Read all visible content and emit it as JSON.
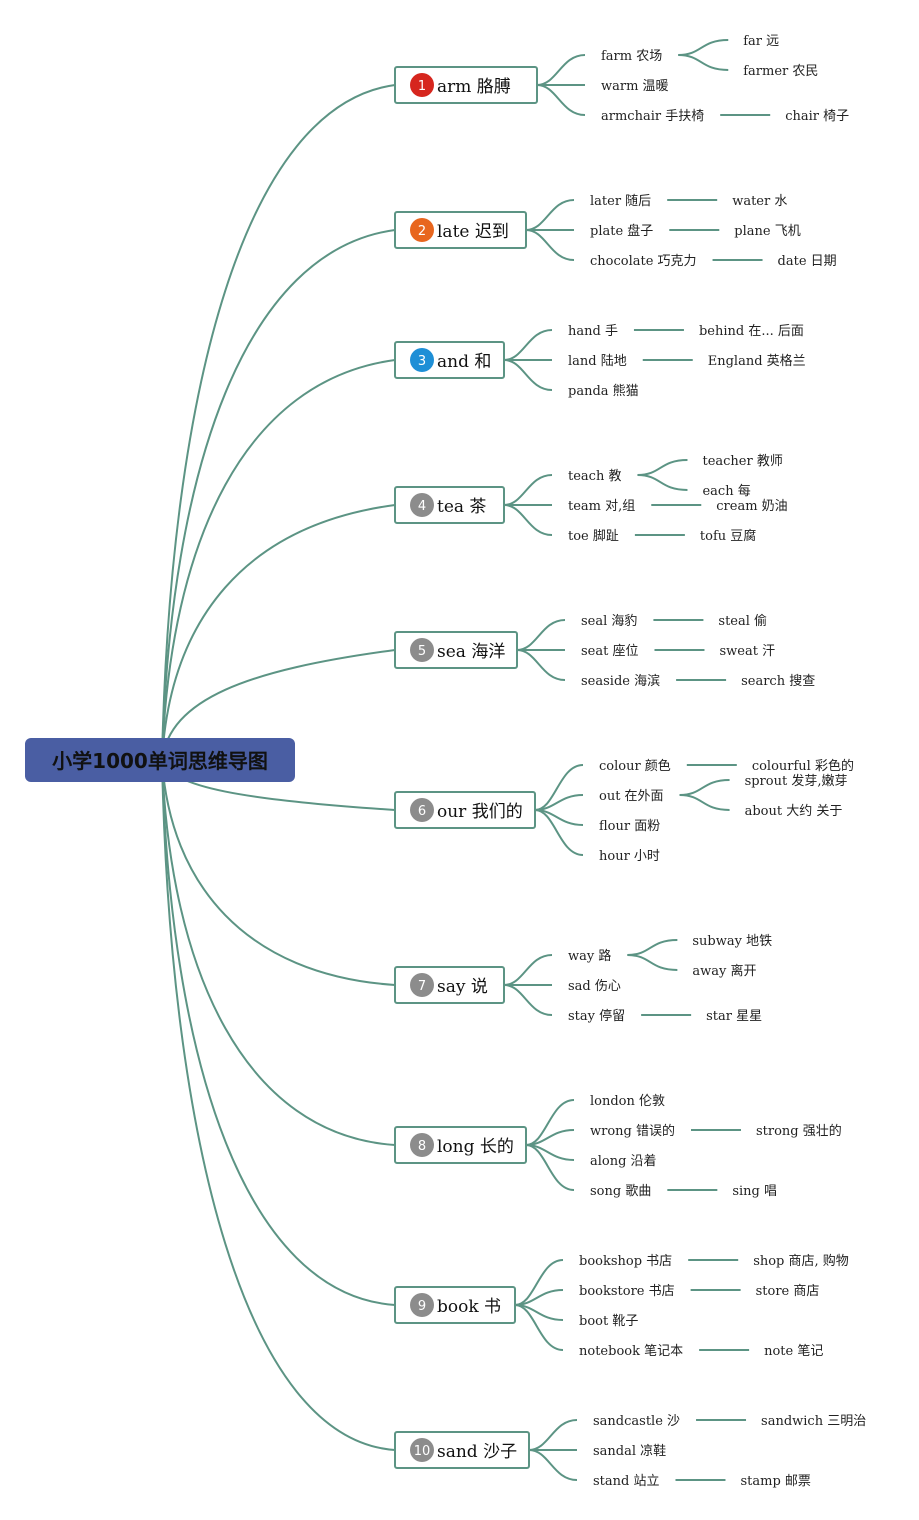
{
  "root": {
    "label": "小学1000单词思维导图",
    "color": "#4a5ea3"
  },
  "line_color": "#5c9484",
  "branches": [
    {
      "num": "1",
      "label": "arm   胳膊",
      "badge_color": "#d6261e",
      "children": [
        {
          "label": "farm  农场",
          "children": [
            {
              "label": "far  远"
            },
            {
              "label": "farmer 农民"
            }
          ]
        },
        {
          "label": "warm 温暖",
          "children": []
        },
        {
          "label": "armchair 手扶椅",
          "children": [
            {
              "label": "chair 椅子"
            }
          ]
        }
      ]
    },
    {
      "num": "2",
      "label": "late 迟到",
      "badge_color": "#e8661e",
      "children": [
        {
          "label": "later 随后",
          "children": [
            {
              "label": "water  水"
            }
          ]
        },
        {
          "label": "plate 盘子",
          "children": [
            {
              "label": "plane 飞机"
            }
          ]
        },
        {
          "label": "chocolate 巧克力",
          "children": [
            {
              "label": "date 日期"
            }
          ]
        }
      ]
    },
    {
      "num": "3",
      "label": "and 和",
      "badge_color": "#1e8fd6",
      "children": [
        {
          "label": "hand 手",
          "children": [
            {
              "label": "behind 在... 后面"
            }
          ]
        },
        {
          "label": "land 陆地",
          "children": [
            {
              "label": "England 英格兰"
            }
          ]
        },
        {
          "label": "panda 熊猫",
          "children": []
        }
      ]
    },
    {
      "num": "4",
      "label": "tea 茶",
      "badge_color": "#8c8c8c",
      "children": [
        {
          "label": "teach 教",
          "children": [
            {
              "label": "teacher 教师"
            },
            {
              "label": "each 每"
            }
          ]
        },
        {
          "label": "team 对,组",
          "children": [
            {
              "label": "cream 奶油"
            }
          ]
        },
        {
          "label": "toe 脚趾",
          "children": [
            {
              "label": "tofu  豆腐"
            }
          ]
        }
      ]
    },
    {
      "num": "5",
      "label": "sea 海洋",
      "badge_color": "#8c8c8c",
      "children": [
        {
          "label": "seal 海豹",
          "children": [
            {
              "label": "steal 偷"
            }
          ]
        },
        {
          "label": "seat 座位",
          "children": [
            {
              "label": "sweat 汗"
            }
          ]
        },
        {
          "label": "seaside 海滨",
          "children": [
            {
              "label": "search 搜查"
            }
          ]
        }
      ]
    },
    {
      "num": "6",
      "label": "our 我们的",
      "badge_color": "#8c8c8c",
      "children": [
        {
          "label": "colour 颜色",
          "children": [
            {
              "label": "colourful 彩色的"
            }
          ]
        },
        {
          "label": "out 在外面",
          "children": [
            {
              "label": "sprout 发芽,嫩芽"
            },
            {
              "label": "about 大约 关于"
            }
          ]
        },
        {
          "label": "flour 面粉",
          "children": []
        },
        {
          "label": "hour 小时",
          "children": []
        }
      ]
    },
    {
      "num": "7",
      "label": "say 说",
      "badge_color": "#8c8c8c",
      "children": [
        {
          "label": "way 路",
          "children": [
            {
              "label": "subway 地铁"
            },
            {
              "label": "away 离开"
            }
          ]
        },
        {
          "label": "sad 伤心",
          "children": []
        },
        {
          "label": "stay 停留",
          "children": [
            {
              "label": "star 星星"
            }
          ]
        }
      ]
    },
    {
      "num": "8",
      "label": "long 长的",
      "badge_color": "#8c8c8c",
      "children": [
        {
          "label": "london 伦敦",
          "children": []
        },
        {
          "label": "wrong 错误的",
          "children": [
            {
              "label": "strong 强壮的"
            }
          ]
        },
        {
          "label": "along 沿着",
          "children": []
        },
        {
          "label": "song 歌曲",
          "children": [
            {
              "label": "sing 唱"
            }
          ]
        }
      ]
    },
    {
      "num": "9",
      "label": "book 书",
      "badge_color": "#8c8c8c",
      "children": [
        {
          "label": "bookshop 书店",
          "children": [
            {
              "label": "shop 商店, 购物"
            }
          ]
        },
        {
          "label": "bookstore 书店",
          "children": [
            {
              "label": "store 商店"
            }
          ]
        },
        {
          "label": "boot 靴子",
          "children": []
        },
        {
          "label": "notebook 笔记本",
          "children": [
            {
              "label": "note 笔记"
            }
          ]
        }
      ]
    },
    {
      "num": "10",
      "label": "sand 沙子",
      "badge_color": "#8c8c8c",
      "children": [
        {
          "label": "sandcastle 沙",
          "children": [
            {
              "label": "sandwich 三明治"
            }
          ]
        },
        {
          "label": "sandal 凉鞋",
          "children": []
        },
        {
          "label": "stand 站立",
          "children": [
            {
              "label": "stamp 邮票"
            }
          ]
        }
      ]
    }
  ]
}
